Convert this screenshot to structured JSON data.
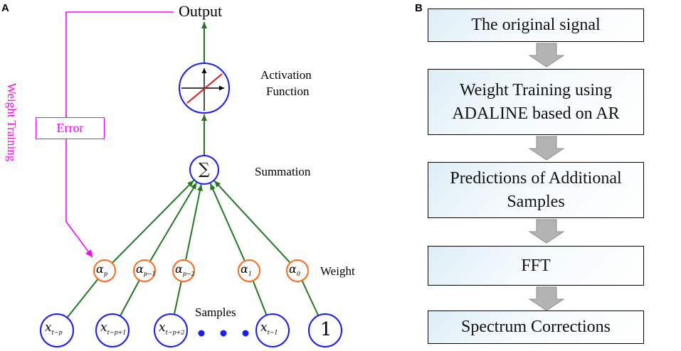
{
  "panel_a": {
    "letter": "A",
    "output_label": "Output",
    "activation_label_line1": "Activation",
    "activation_label_line2": "Function",
    "summation_label": "Summation",
    "summation_symbol": "∑",
    "weight_label": "Weight",
    "samples_label": "Samples",
    "error_label": "Error",
    "weight_training_label": "Weight Training",
    "weights": [
      {
        "base": "α",
        "sub": "p"
      },
      {
        "base": "α",
        "sub": "p−1"
      },
      {
        "base": "α",
        "sub": "p−2"
      },
      {
        "base": "α",
        "sub": "1"
      },
      {
        "base": "α",
        "sub": "0"
      }
    ],
    "samples": [
      {
        "base": "x",
        "sub": "t−p"
      },
      {
        "base": "x",
        "sub": "t−p+1"
      },
      {
        "base": "x",
        "sub": "t−p+2"
      },
      {
        "base": "x",
        "sub": "t−1"
      },
      {
        "base": "1",
        "sub": ""
      }
    ],
    "colors": {
      "node_blue": "#1a1aff",
      "weight_orange": "#ff6a1a",
      "connection_green": "#1f7a1f",
      "feedback_magenta": "#ff00ff",
      "activation_line_red": "#e31a1a"
    }
  },
  "panel_b": {
    "letter": "B",
    "steps": [
      "The original signal",
      "Weight Training using\nADALINE based on AR",
      "Predictions of Additional\nSamples",
      "FFT",
      "Spectrum Corrections"
    ],
    "colors": {
      "arrow_gray": "#b3b3b3",
      "box_fill": "#ddeef6"
    }
  }
}
